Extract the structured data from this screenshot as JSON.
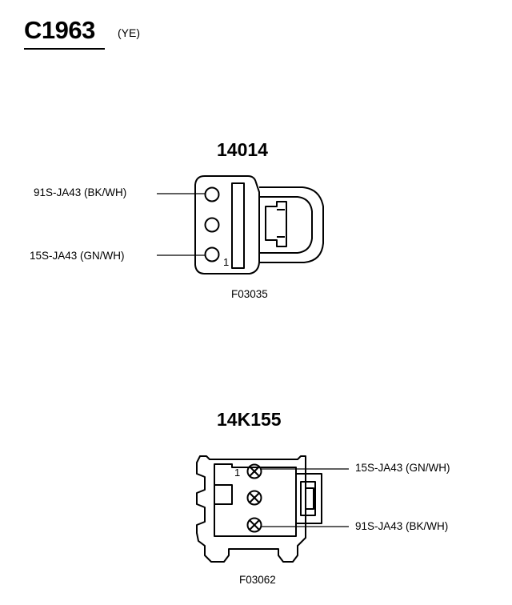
{
  "title": {
    "code": "C1963",
    "color": "(YE)"
  },
  "connector_a": {
    "part_number": "14014",
    "figure_id": "F03035",
    "pin1_marker": "1",
    "wires": {
      "top": "91S-JA43 (BK/WH)",
      "bottom": "15S-JA43 (GN/WH)"
    }
  },
  "connector_b": {
    "part_number": "14K155",
    "figure_id": "F03062",
    "pin1_marker": "1",
    "wires": {
      "top": "15S-JA43 (GN/WH)",
      "bottom": "91S-JA43 (BK/WH)"
    }
  }
}
